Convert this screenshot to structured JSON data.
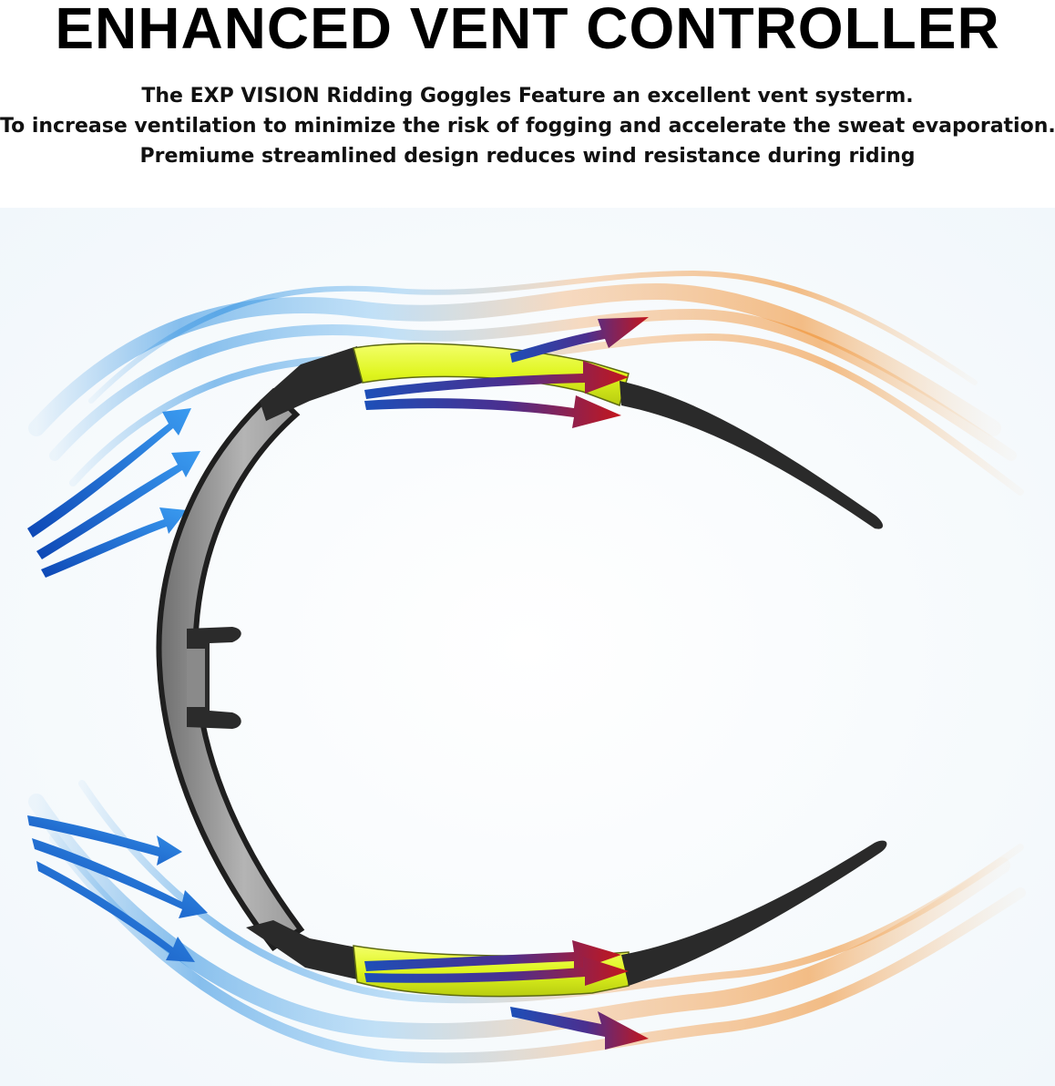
{
  "title": "ENHANCED VENT CONTROLLER",
  "description": [
    "The EXP VISION Ridding Goggles Feature an excellent vent systerm.",
    "To increase ventilation to minimize the risk of fogging and accelerate the sweat evaporation.",
    "Premiume streamlined design reduces wind resistance during riding"
  ],
  "colors": {
    "cool_air": "#1f6fd6",
    "warm_air": "#f08a24",
    "arrow_hot": "#c4161c",
    "frame_accent": "#e6ff2e",
    "frame_dark": "#2a2a2a",
    "lens": "#9c9c9c"
  }
}
